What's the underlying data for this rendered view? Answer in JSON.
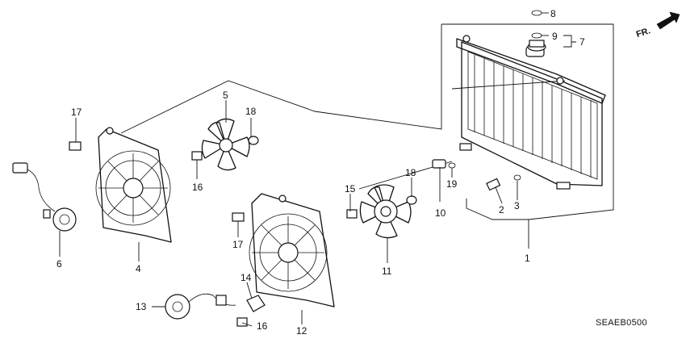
{
  "diagram": {
    "code": "SEAEB0500",
    "direction_label": "FR.",
    "direction_icon": "forward-arrow-icon",
    "callouts": [
      "1",
      "2",
      "3",
      "4",
      "5",
      "6",
      "7",
      "8",
      "9",
      "10",
      "11",
      "12",
      "13",
      "14",
      "15",
      "16",
      "16",
      "17",
      "17",
      "18",
      "18",
      "19"
    ]
  }
}
